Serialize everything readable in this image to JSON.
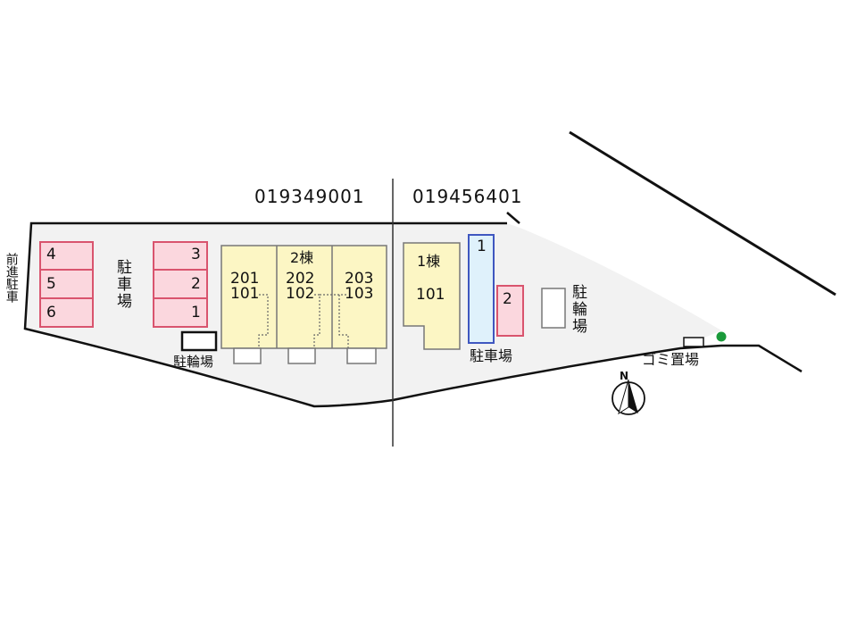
{
  "lot_codes": {
    "left": "019349001",
    "right": "019456401"
  },
  "labels": {
    "front_parking": "前進駐車",
    "parking_left": "駐車場",
    "bicycle_left": "駐輪場",
    "parking_right": "駐車場",
    "bicycle_right": "駐輪場",
    "garbage": "ゴミ置場",
    "north": "N"
  },
  "parking_left_column": [
    "4",
    "5",
    "6"
  ],
  "parking_middle_column": [
    "3",
    "2",
    "1"
  ],
  "parking_right": [
    "1",
    "2"
  ],
  "building_2": {
    "name": "2棟",
    "units": [
      {
        "upper": "201",
        "lower": "101"
      },
      {
        "upper": "202",
        "lower": "102"
      },
      {
        "upper": "203",
        "lower": "103"
      }
    ]
  },
  "building_1": {
    "name": "1棟",
    "unit": "101"
  },
  "colors": {
    "site": "#f2f2f2",
    "building": "#fcf6c4",
    "parking_fill": "#fbd7de",
    "parking_border": "#d9546e",
    "parking_1_fill": "#dff1fb",
    "parking_1_border": "#3f57c0",
    "marker": "#1a9a3a"
  }
}
